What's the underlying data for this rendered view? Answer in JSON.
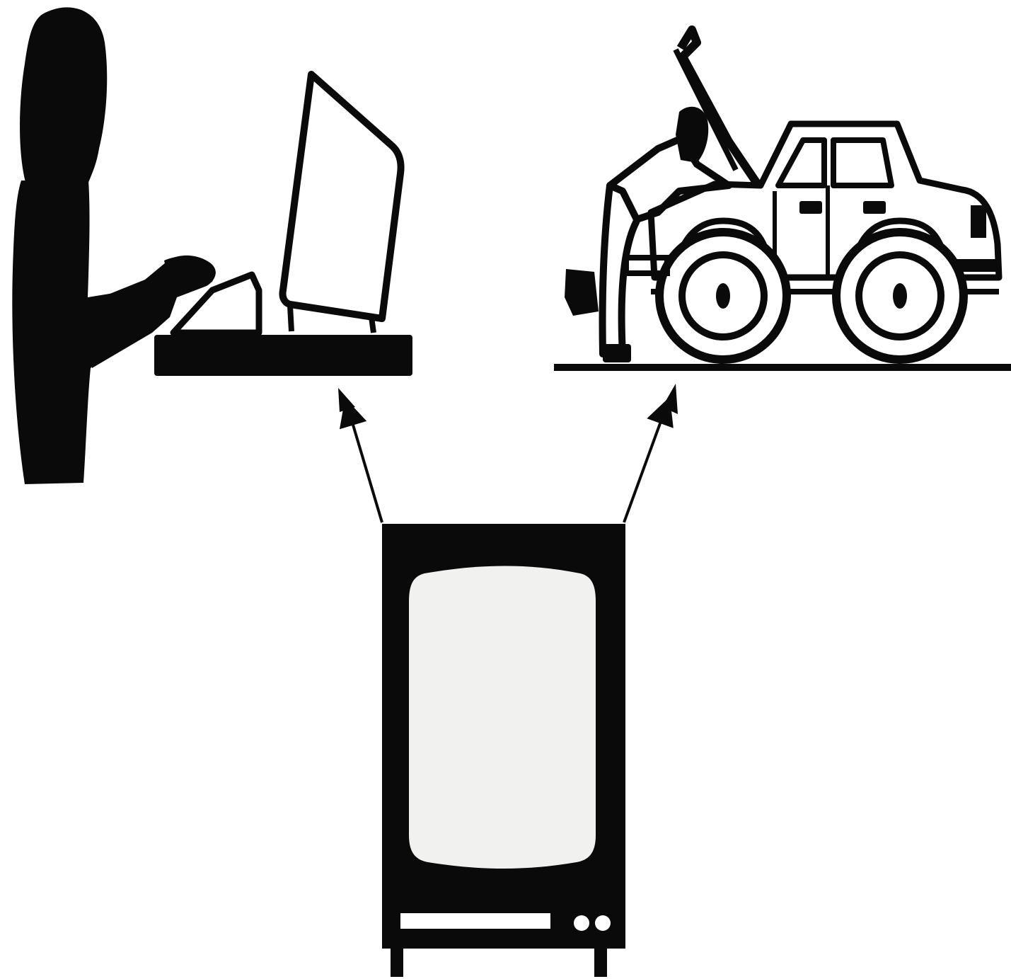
{
  "figure": {
    "panels": [
      {
        "id": "computer-user",
        "icon": "person-at-computer-icon"
      },
      {
        "id": "car-mechanic",
        "icon": "mechanic-repairing-car-icon"
      },
      {
        "id": "television",
        "icon": "television-icon"
      }
    ],
    "connections": [
      {
        "from": "television",
        "to": "computer-user",
        "style": "arrow"
      },
      {
        "from": "television",
        "to": "car-mechanic",
        "style": "arrow"
      }
    ],
    "colors": {
      "ink": "#0a0a0a",
      "paper": "#ffffff",
      "screen": "#f1f1ef"
    }
  }
}
